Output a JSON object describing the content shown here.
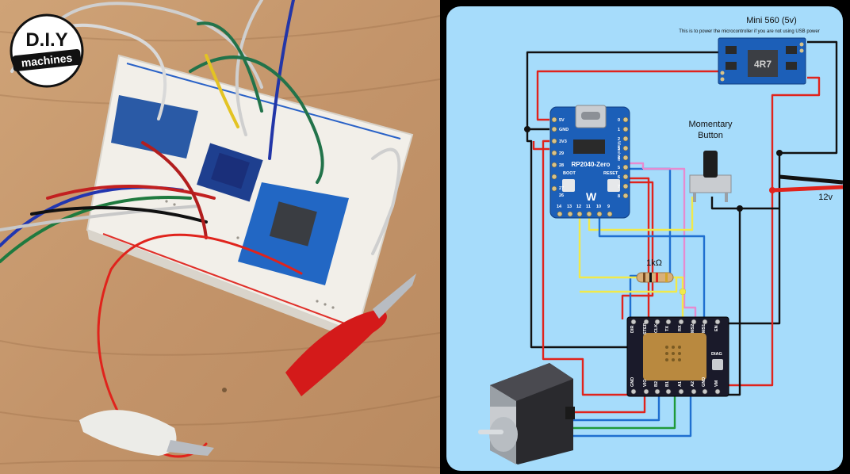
{
  "logo": {
    "line1": "D.I.Y",
    "line2": "machines"
  },
  "diagram": {
    "psu_title": "Mini 560 (5v)",
    "psu_note": "This is to power the microcontroller if you are not using USB power",
    "psu_chip": "4R7",
    "button_label_1": "Momentary",
    "button_label_2": "Button",
    "resistor_label": "1kΩ",
    "supply_label": "12v",
    "mcu_name": "RP2040-Zero",
    "mcu_brand": "Waveshare",
    "mcu_boot": "BOOT",
    "mcu_reset": "RESET",
    "mcu_pins_left": [
      "5V",
      "GND",
      "3V3",
      "29",
      "28",
      "27",
      "26"
    ],
    "mcu_pins_bottom": [
      "14",
      "13",
      "12",
      "11",
      "10",
      "9"
    ],
    "mcu_pins_right": [
      "0",
      "1",
      "2",
      "3",
      "4",
      "5",
      "6",
      "7",
      "8"
    ],
    "driver_pins_top": [
      "DIR",
      "STEP",
      "CLK",
      "TX",
      "RX",
      "MS2",
      "MS1",
      "EN"
    ],
    "driver_pins_bottom": [
      "GND",
      "VIO",
      "B2",
      "B1",
      "A1",
      "A2",
      "GND",
      "VM"
    ],
    "driver_diag": "DIAG"
  },
  "colors": {
    "panel": "#a6dcfb",
    "wire_black": "#111111",
    "wire_red": "#e0231c",
    "wire_yellow": "#f1e94a",
    "wire_pink": "#e68bd0",
    "wire_blue": "#1f6fd0",
    "wire_green": "#1f9a3a",
    "board_blue": "#1c5fb8",
    "driver_gold": "#b9893f"
  }
}
